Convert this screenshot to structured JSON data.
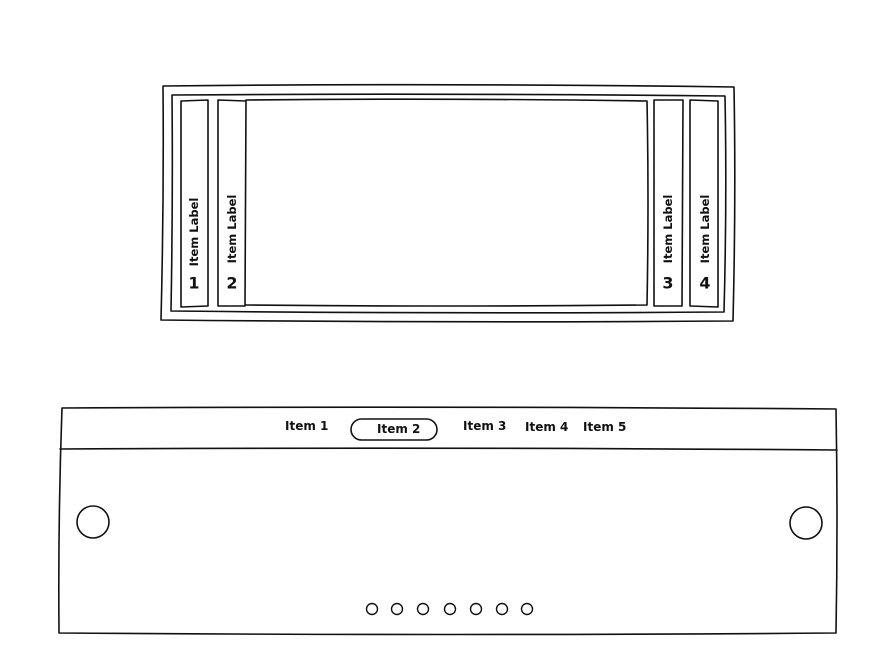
{
  "accordion": {
    "items": [
      {
        "label": "Item Label",
        "number": "1"
      },
      {
        "label": "Item Label",
        "number": "2"
      },
      {
        "label": "Item Label",
        "number": "3"
      },
      {
        "label": "Item Label",
        "number": "4"
      }
    ]
  },
  "carousel": {
    "tabs": [
      {
        "label": "Item 1"
      },
      {
        "label": "Item 2",
        "selected": true
      },
      {
        "label": "Item 3"
      },
      {
        "label": "Item 4"
      },
      {
        "label": "Item 5"
      }
    ],
    "page_dots": 7
  }
}
